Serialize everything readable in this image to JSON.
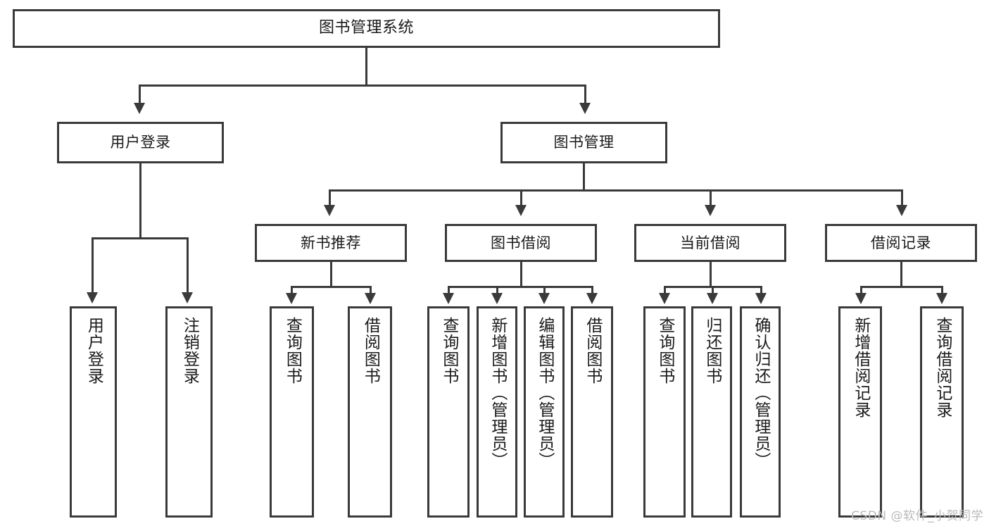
{
  "diagram": {
    "title": "图书管理系统",
    "type": "hierarchy-tree",
    "root": {
      "label": "图书管理系统"
    },
    "level2": [
      {
        "label": "用户登录"
      },
      {
        "label": "图书管理"
      }
    ],
    "level3": [
      {
        "label": "新书推荐"
      },
      {
        "label": "图书借阅"
      },
      {
        "label": "当前借阅"
      },
      {
        "label": "借阅记录"
      }
    ],
    "leaves": {
      "user_login": [
        {
          "label": "用户登录"
        },
        {
          "label": "注销登录"
        }
      ],
      "new_book_recommend": [
        {
          "label": "查询图书"
        },
        {
          "label": "借阅图书"
        }
      ],
      "book_borrow": [
        {
          "label": "查询图书"
        },
        {
          "label": "新增图书（管理员）"
        },
        {
          "label": "编辑图书（管理员）"
        },
        {
          "label": "借阅图书"
        }
      ],
      "current_borrow": [
        {
          "label": "查询图书"
        },
        {
          "label": "归还图书"
        },
        {
          "label": "确认归还（管理员）"
        }
      ],
      "borrow_record": [
        {
          "label": "新增借阅记录"
        },
        {
          "label": "查询借阅记录"
        }
      ]
    }
  },
  "watermark": {
    "text": "CSDN @软件_小贺同学"
  },
  "colors": {
    "stroke": "#3a3a3a",
    "fill": "#ffffff",
    "text": "#1a1a1a",
    "watermark": "#b9b9b9"
  }
}
